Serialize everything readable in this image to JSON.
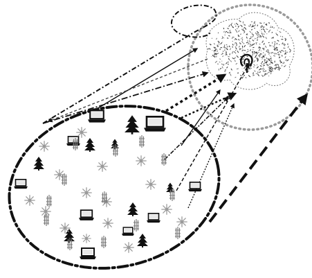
{
  "figure": {
    "kind": "sensor-network-to-cloud-illustration",
    "colors": {
      "ink": "#111111",
      "mid_gray": "#555555",
      "light_gray": "#9a9a9a",
      "background": "#ffffff"
    },
    "legend_text": []
  },
  "elements": {
    "ground_region": {
      "shape": "large-ellipse",
      "border": "dash-dot"
    },
    "cloud_region": {
      "shape": "circle",
      "border": "dotted"
    },
    "cloud": {
      "icon": "cloud-icon"
    },
    "gateway": {
      "icon": "antenna-icon"
    },
    "laptops": {
      "icon": "laptop-icon",
      "count": 9
    },
    "trees": {
      "icon": "tree-icon",
      "count": 8
    },
    "sensors_star": {
      "icon": "sensor-star-icon",
      "count": 16
    },
    "sensors_bar": {
      "icon": "sensor-bar-icon",
      "count": 13
    }
  }
}
